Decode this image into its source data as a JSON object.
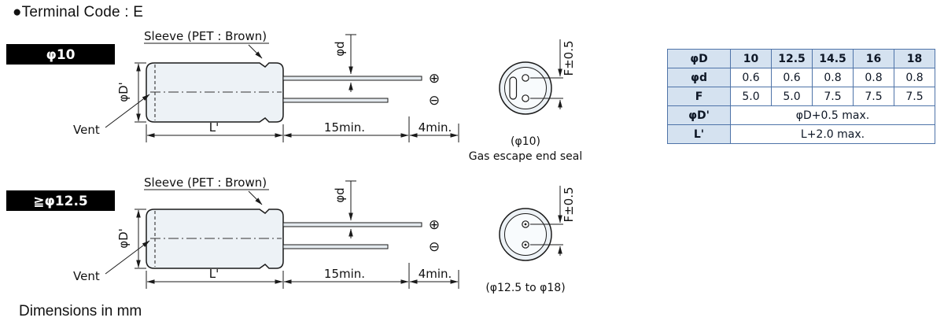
{
  "title": "●Terminal Code : E",
  "footer": "Dimensions in mm",
  "diagrams": [
    {
      "size_label": "φ10",
      "sleeve_label": "Sleeve (PET : Brown)",
      "dia_label": "φD'",
      "vent_label": "Vent",
      "length_label": "L'",
      "lead_min_label": "15min.",
      "lead_diff_label": "4min.",
      "lead_dia_label": "φd",
      "pos_symbol": "⊕",
      "neg_symbol": "⊖",
      "spacing_label": "F±0.5",
      "end_view_caption": "(φ10)",
      "end_view_note": "Gas escape end seal"
    },
    {
      "size_label": "≧φ12.5",
      "sleeve_label": "Sleeve (PET : Brown)",
      "dia_label": "φD'",
      "vent_label": "Vent",
      "length_label": "L'",
      "lead_min_label": "15min.",
      "lead_diff_label": "4min.",
      "lead_dia_label": "φd",
      "pos_symbol": "⊕",
      "neg_symbol": "⊖",
      "spacing_label": "F±0.5",
      "end_view_caption": "(φ12.5 to φ18)",
      "end_view_note": ""
    }
  ],
  "table": {
    "header": [
      "φD",
      "10",
      "12.5",
      "14.5",
      "16",
      "18"
    ],
    "rows": [
      {
        "label": "φd",
        "values": [
          "0.6",
          "0.6",
          "0.8",
          "0.8",
          "0.8"
        ]
      },
      {
        "label": "F",
        "values": [
          "5.0",
          "5.0",
          "7.5",
          "7.5",
          "7.5"
        ]
      },
      {
        "label": "φD'",
        "span": "φD+0.5 max."
      },
      {
        "label": "L'",
        "span": "L+2.0 max."
      }
    ]
  }
}
